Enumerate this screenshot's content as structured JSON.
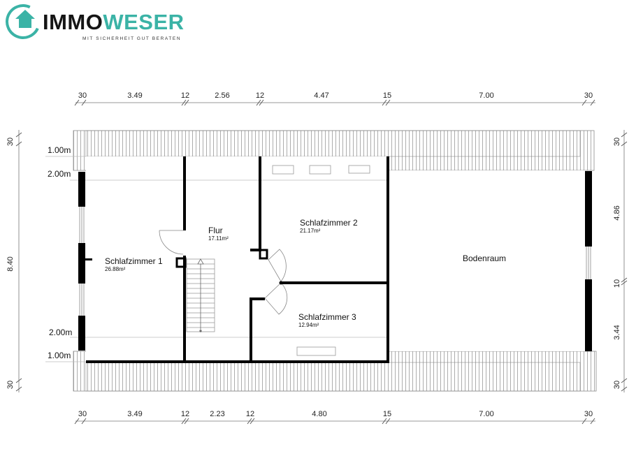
{
  "brand": {
    "name_part1": "IMMO",
    "name_part2": "WESER",
    "tagline": "MIT SICHERHEIT GUT BERATEN",
    "accent_color": "#3bb3a6",
    "dark_color": "#151515"
  },
  "plan": {
    "top_dimensions": [
      "30",
      "3.49",
      "12",
      "2.56",
      "12",
      "4.47",
      "15",
      "7.00",
      "30"
    ],
    "bottom_dimensions": [
      "30",
      "3.49",
      "12",
      "2.23",
      "12",
      "4.80",
      "15",
      "7.00",
      "30"
    ],
    "left_dimensions": [
      "30",
      "8.40",
      "30"
    ],
    "right_dimensions": [
      "30",
      "4.86",
      "10",
      "3.44",
      "30"
    ],
    "level_markers": {
      "top_1": "1.00m",
      "top_2": "2.00m",
      "bottom_2": "2.00m",
      "bottom_1": "1.00m"
    },
    "rooms": [
      {
        "name": "Schlafzimmer 1",
        "area": "26.88m²"
      },
      {
        "name": "Flur",
        "area": "17.11m²"
      },
      {
        "name": "Schlafzimmer 2",
        "area": "21.17m²"
      },
      {
        "name": "Schlafzimmer 3",
        "area": "12.94m²"
      },
      {
        "name": "Bodenraum",
        "area": ""
      }
    ],
    "colors": {
      "wall": "#000000",
      "roof_hatch": "#8a8a8a",
      "dimension_line": "#555555"
    }
  }
}
